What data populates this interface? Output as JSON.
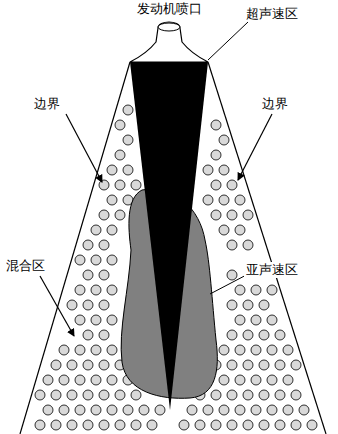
{
  "diagram": {
    "labels": [
      "发动机喷口",
      "超声速区",
      "边界",
      "边界",
      "混合区",
      "亚声速区"
    ]
  }
}
